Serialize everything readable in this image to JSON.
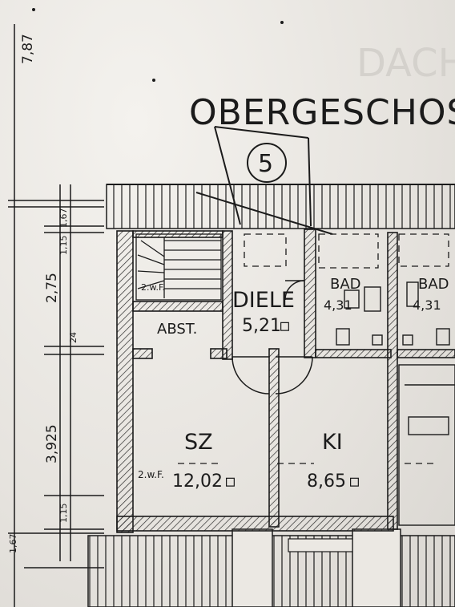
{
  "drawing": {
    "title": "OBERGESCHOSS",
    "number": "5",
    "ghost_text": "DACH",
    "rooms": [
      {
        "id": "diele",
        "name": "DIELE",
        "area": "5,21"
      },
      {
        "id": "abst",
        "name": "ABST.",
        "area": ""
      },
      {
        "id": "bad1",
        "name": "BAD",
        "area": "4,31"
      },
      {
        "id": "bad2",
        "name": "BAD",
        "area": "4,31"
      },
      {
        "id": "sz",
        "name": "SZ",
        "area": "12,02"
      },
      {
        "id": "ki",
        "name": "KI",
        "area": "8,65"
      }
    ],
    "area_unit_symbol": "▫",
    "labels": {
      "stair_note": "2.w.F.",
      "sz_note": "2.w.F."
    },
    "dimensions": {
      "overall": "7,87",
      "segment_1": "2,75",
      "segment_2": "3,925",
      "segment_3": "24",
      "small_top_a": "1,67",
      "small_top_b": "1,15",
      "small_bottom_a": "1,15",
      "small_bottom_b": "1,67"
    },
    "colors": {
      "ink": "#1b1b1b",
      "paper": "#eceae6",
      "wall_hatch": "#2a2a2a"
    }
  }
}
